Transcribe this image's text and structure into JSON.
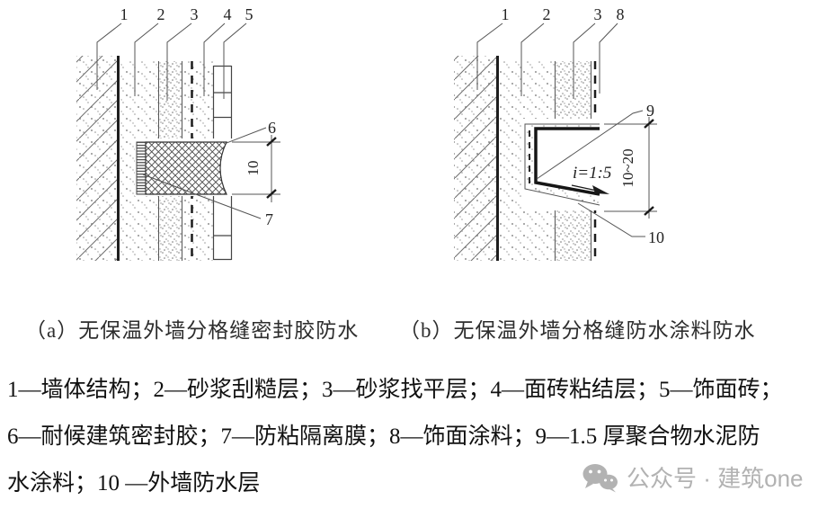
{
  "figure": {
    "caption_a": "（a）无保温外墙分格缝密封胶防水",
    "caption_b": "（b）无保温外墙分格缝防水涂料防水"
  },
  "legend": {
    "lines": [
      "1—墙体结构；2—砂浆刮糙层；3—砂浆找平层；4—面砖粘结层；5—饰面砖；",
      "6—耐候建筑密封胶；7—防粘隔离膜；8—饰面涂料；9—1.5 厚聚合物水泥防",
      "水涂料；10 —外墙防水层"
    ]
  },
  "diagram_a": {
    "labels": {
      "l1": "1",
      "l2": "2",
      "l3": "3",
      "l4": "4",
      "l5": "5",
      "l6": "6",
      "l7": "7"
    },
    "dimension": "10"
  },
  "diagram_b": {
    "labels": {
      "l1": "1",
      "l2": "2",
      "l3": "3",
      "l8": "8",
      "l9": "9",
      "l10": "10"
    },
    "slope_label": "i=1:5",
    "dimension": "10~20"
  },
  "watermark": {
    "text": "公众号 · 建筑one"
  },
  "colors": {
    "line": "#3b3b3b",
    "coating": "#161616",
    "watermark": "#b2b2b2"
  }
}
